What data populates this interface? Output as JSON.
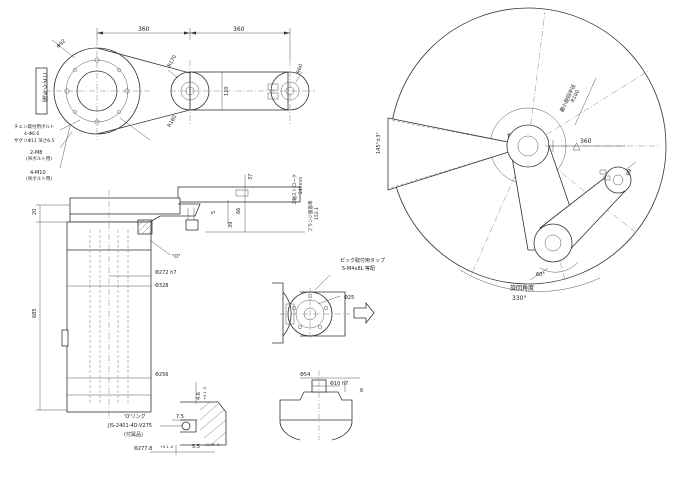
{
  "labels": {
    "dim_360_left": "360",
    "dim_360_right": "360",
    "phi92": "Φ92",
    "r170": "R170",
    "r160": "R160",
    "r60": "R60",
    "dim_120": "120",
    "connector_box": "コネクタ部",
    "chain_bolt": "チェン取付用ボルト",
    "tap_spec": "4-Φ6.6",
    "depth_spec": "ザグリΦ11 深さ6.5",
    "m8": "2-M8",
    "m8_sub": "(吊ボルト用)",
    "m10": "4-M10",
    "m10_sub": "(吊ボルト用)",
    "dim_37": "37",
    "dim_5": "5",
    "dim_39": "39",
    "dim_66": "66",
    "z_stroke": "Z軸ストローク",
    "z_stroke_val": "240mm",
    "flange_label": "フランジ面基準",
    "flange_val": "152.1",
    "dim_20": "20",
    "detail_o": "\"O\"",
    "phi272": "Φ272 h7",
    "phi328": "Φ328",
    "dim_685": "685",
    "phi256": "Φ256",
    "pick_label": "ピック取付用タップ",
    "pick_spec": "5-M4x8L 等配",
    "phi25": "Φ25",
    "phi54": "Φ54",
    "phi10": "Φ10 h7",
    "dim_6": "6",
    "oring": "'O'リング",
    "oring_spec": "JIS-2401-4D-V275",
    "oring_sub": "(付属品)",
    "dim_75": "7.5",
    "dim_46": "4.6",
    "tol_46": "+0.1 -0",
    "dim_55": "5.5",
    "tol_55": "+0.05 -0",
    "phi2778": "Φ277.8",
    "tol_2778": "+0.1 -0",
    "top_view_360": "360",
    "min_radius": "最小旋回半径",
    "min_radius_val": "R100",
    "r9": "R9",
    "angle_145": "145°±3°",
    "angle_60": "60°",
    "rotation_label": "旋回角度",
    "rotation_val": "330°"
  }
}
